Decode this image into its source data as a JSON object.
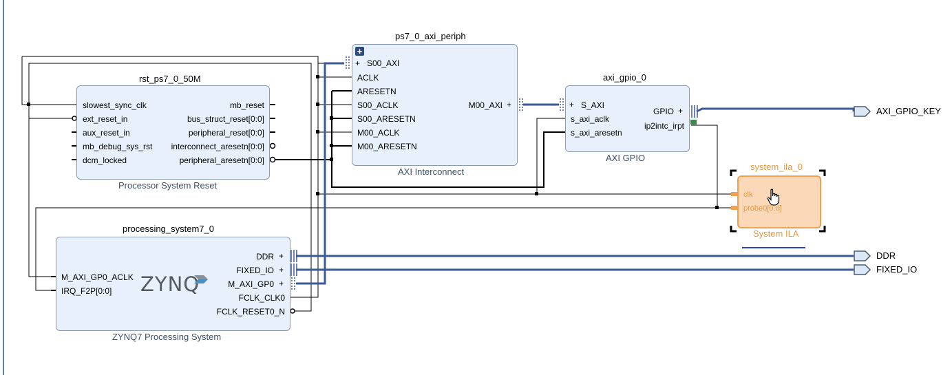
{
  "rst": {
    "instance": "rst_ps7_0_50M",
    "caption": "Processor System Reset",
    "inputs": [
      "slowest_sync_clk",
      "ext_reset_in",
      "aux_reset_in",
      "mb_debug_sys_rst",
      "dcm_locked"
    ],
    "outputs": [
      "mb_reset",
      "bus_struct_reset[0:0]",
      "peripheral_reset[0:0]",
      "interconnect_aresetn[0:0]",
      "peripheral_aresetn[0:0]"
    ]
  },
  "interconnect": {
    "instance": "ps7_0_axi_periph",
    "caption": "AXI Interconnect",
    "inputs": [
      "S00_AXI",
      "ACLK",
      "ARESETN",
      "S00_ACLK",
      "S00_ARESETN",
      "M00_ACLK",
      "M00_ARESETN"
    ],
    "output": "M00_AXI"
  },
  "gpio": {
    "instance": "axi_gpio_0",
    "caption": "AXI GPIO",
    "inputs": [
      "S_AXI",
      "s_axi_aclk",
      "s_axi_aresetn"
    ],
    "outputs": [
      "GPIO",
      "ip2intc_irpt"
    ]
  },
  "ps": {
    "instance": "processing_system7_0",
    "caption": "ZYNQ7 Processing System",
    "logo": "ZYNQ",
    "inputs": [
      "M_AXI_GP0_ACLK",
      "IRQ_F2P[0:0]"
    ],
    "outputs": [
      "DDR",
      "FIXED_IO",
      "M_AXI_GP0",
      "FCLK_CLK0",
      "FCLK_RESET0_N"
    ]
  },
  "ila": {
    "instance": "system_ila_0",
    "caption": "System ILA",
    "inputs": [
      "clk",
      "probe0[0:0]"
    ]
  },
  "external_ports": [
    "AXI_GPIO_KEY",
    "DDR",
    "FIXED_IO"
  ],
  "colors": {
    "block_fill": "#e8f1fb",
    "block_border": "#8a9bb0",
    "bus": "#3c5a9a",
    "ila_fill": "#fbd9b8",
    "ila_border": "#f0a050"
  }
}
